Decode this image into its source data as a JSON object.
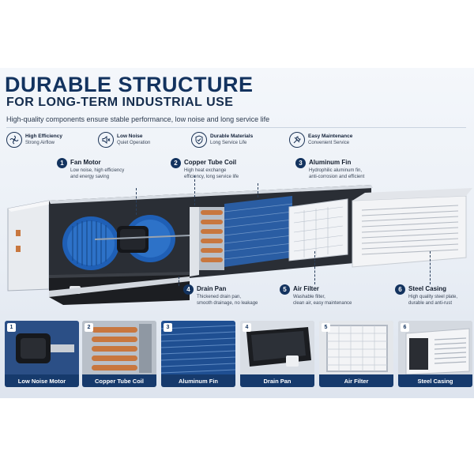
{
  "header": {
    "title": "DURABLE STRUCTURE",
    "subtitle": "FOR LONG-TERM INDUSTRIAL USE",
    "tagline": "High-quality components ensure stable performance, low noise and long service life"
  },
  "features": [
    {
      "icon": "fan-icon",
      "title": "High Efficiency",
      "sub": "Strong Airflow"
    },
    {
      "icon": "speaker-muted-icon",
      "title": "Low Noise",
      "sub": "Quiet Operation"
    },
    {
      "icon": "shield-check-icon",
      "title": "Durable Materials",
      "sub": "Long Service Life"
    },
    {
      "icon": "wrench-icon",
      "title": "Easy Maintenance",
      "sub": "Convenient Service"
    }
  ],
  "callouts": [
    {
      "num": "1",
      "title": "Fan Motor",
      "desc1": "Low noise, high efficiency",
      "desc2": "and energy saving"
    },
    {
      "num": "2",
      "title": "Copper Tube Coil",
      "desc1": "High heat exchange",
      "desc2": "efficiency, long service life"
    },
    {
      "num": "3",
      "title": "Aluminum Fin",
      "desc1": "Hydrophilic aluminum fin,",
      "desc2": "anti-corrosion and efficient"
    },
    {
      "num": "4",
      "title": "Drain Pan",
      "desc1": "Thickened drain pan,",
      "desc2": "smooth drainage, no leakage"
    },
    {
      "num": "5",
      "title": "Air Filter",
      "desc1": "Washable filter,",
      "desc2": "clean air, easy maintenance"
    },
    {
      "num": "6",
      "title": "Steel Casing",
      "desc1": "High quality steel plate,",
      "desc2": "durable and anti-rust"
    }
  ],
  "thumbnails": [
    {
      "num": "1",
      "label": "Low Noise Motor"
    },
    {
      "num": "2",
      "label": "Copper Tube Coil"
    },
    {
      "num": "3",
      "label": "Aluminum Fin"
    },
    {
      "num": "4",
      "label": "Drain Pan"
    },
    {
      "num": "5",
      "label": "Air Filter"
    },
    {
      "num": "6",
      "label": "Steel Casing"
    }
  ],
  "colors": {
    "navy": "#13335f",
    "caption_bar": "#163a6c",
    "fan_blue": "#1f5fb5",
    "copper": "#c8773f"
  }
}
